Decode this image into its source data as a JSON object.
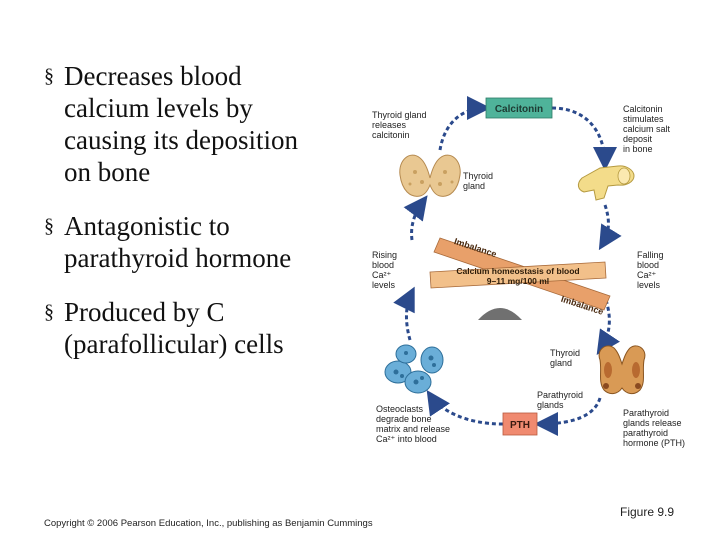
{
  "bullets": [
    {
      "lines": [
        "Decreases blood",
        "calcium levels by",
        "causing its deposition",
        "on bone"
      ]
    },
    {
      "lines": [
        "Antagonistic to",
        "parathyroid hormone"
      ]
    },
    {
      "lines": [
        "Produced by C",
        "(parafollicular) cells"
      ]
    }
  ],
  "bullet_marker": "§",
  "diagram": {
    "calcitonin_box": "Calcitonin",
    "pth_box": "PTH",
    "seesaw_title": "Calcium homeostasis of blood",
    "seesaw_range": "9–11 mg/100 ml",
    "imbalance_top": "Imbalance",
    "imbalance_bottom": "Imbalance",
    "thyroid_releases": [
      "Thyroid gland",
      "releases",
      "calcitonin"
    ],
    "calcitonin_stimulates": [
      "Calcitonin",
      "stimulates",
      "calcium salt",
      "deposit",
      "in bone"
    ],
    "thyroid_gland_top": [
      "Thyroid",
      "gland"
    ],
    "rising": [
      "Rising",
      "blood",
      "Ca²⁺",
      "levels"
    ],
    "falling": [
      "Falling",
      "blood",
      "Ca²⁺",
      "levels"
    ],
    "thyroid_gland_bottom": [
      "Thyroid",
      "gland"
    ],
    "parathyroid_glands": [
      "Parathyroid",
      "glands"
    ],
    "osteoclasts": [
      "Osteoclasts",
      "degrade bone",
      "matrix and release",
      "Ca²⁺ into blood"
    ],
    "parathyroid_release": [
      "Parathyroid",
      "glands release",
      "parathyroid",
      "hormone (PTH)"
    ]
  },
  "footer": {
    "copyright": "Copyright © 2006 Pearson Education, Inc., publishing as Benjamin Cummings",
    "figure": "Figure 9.9"
  },
  "colors": {
    "calcitonin_box": "#4fb39a",
    "pth_box": "#f08a70",
    "seesaw_board": "#e8a06a",
    "arrow": "#2b4a8c",
    "fulcrum": "#707070",
    "thyroid": "#e9c892",
    "bone": "#f3dc8a",
    "osteoclast": "#6aaed8",
    "parathyroid": "#d99a55"
  }
}
